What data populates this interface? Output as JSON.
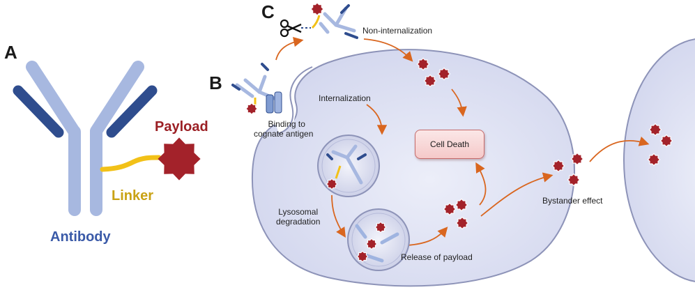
{
  "panels": {
    "a": "A",
    "b": "B",
    "c": "C"
  },
  "labels": {
    "payload": "Payload",
    "linker": "Linker",
    "antibody": "Antibody",
    "non_internalization": "Non-internalization",
    "internalization": "Internalization",
    "binding_line1": "Binding to",
    "binding_line2": "cognate antigen",
    "cell_death": "Cell Death",
    "lysosomal_line1": "Lysosomal",
    "lysosomal_line2": "degradation",
    "release_of_payload": "Release of payload",
    "bystander_effect": "Bystander effect"
  },
  "colors": {
    "antibody_light": "#a7b8e0",
    "antibody_dark": "#2f4d8e",
    "linker": "#f2c118",
    "payload": "#a3222a",
    "payload_text": "#9b1f24",
    "linker_text": "#c9a214",
    "antibody_text": "#3a5aa8",
    "arrow": "#d9661f",
    "cell_fill": "#dfe1f3",
    "cell_stroke": "#8d93b8"
  },
  "icons": {
    "scissors": "scissors-icon"
  }
}
